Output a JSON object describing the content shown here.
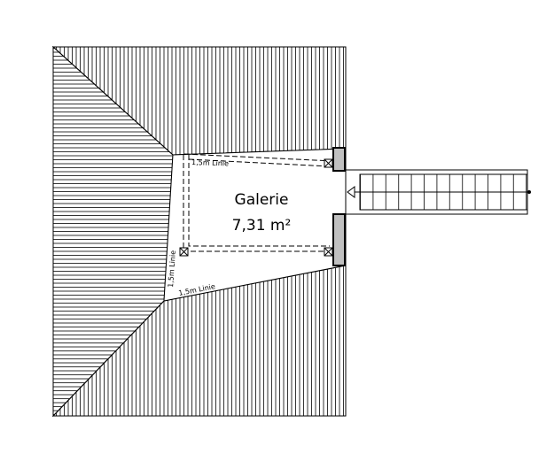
{
  "room": {
    "name": "Galerie",
    "area": "7,31 m²"
  },
  "dimension_labels": {
    "top": "1,5m Linie",
    "left": "1,5m Linie",
    "bottom": "1,5m Linie"
  },
  "colors": {
    "line": "#000000",
    "wall_fill": "#c0c0c0",
    "background": "#ffffff"
  }
}
